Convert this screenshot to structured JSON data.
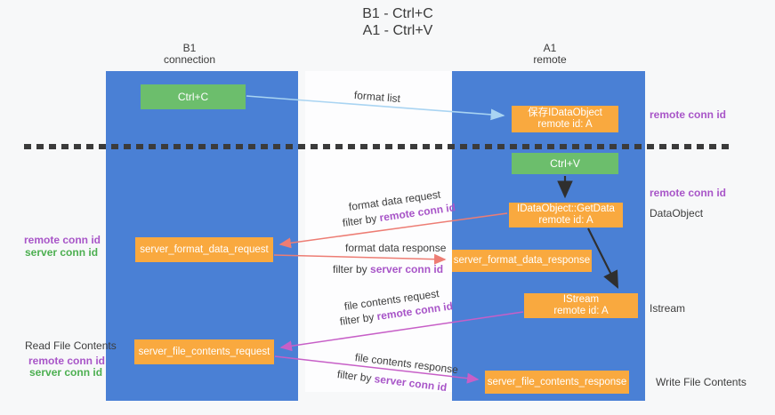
{
  "title": {
    "line1": "B1 - Ctrl+C",
    "line2": "A1 - Ctrl+V"
  },
  "lifelines": {
    "b1": {
      "name": "B1",
      "role": "connection"
    },
    "a1": {
      "name": "A1",
      "role": "remote"
    }
  },
  "boxes": {
    "ctrl_c": {
      "label": "Ctrl+C"
    },
    "ctrl_v": {
      "label": "Ctrl+V"
    },
    "save_idataobject": {
      "line1": "保存IDataObject",
      "line2": "remote id: A"
    },
    "getdata": {
      "line1": "IDataObject::GetData",
      "line2": "remote id: A"
    },
    "istream": {
      "line1": "IStream",
      "line2": "remote id: A"
    },
    "server_format_data_request": {
      "label": "server_format_data_request"
    },
    "server_format_data_response": {
      "label": "server_format_data_response"
    },
    "server_file_contents_request": {
      "label": "server_file_contents_request"
    },
    "server_file_contents_response": {
      "label": "server_file_contents_response"
    }
  },
  "arrows": {
    "format_list": {
      "label": "format list"
    },
    "format_data_request": {
      "label": "format data request",
      "filter_prefix": "filter by ",
      "filter_key": "remote conn id"
    },
    "format_data_response": {
      "label": "format data response",
      "filter_prefix": "filter by ",
      "filter_key": "server conn id"
    },
    "file_contents_request": {
      "label": "file contents request",
      "filter_prefix": "filter by ",
      "filter_key": "remote conn id"
    },
    "file_contents_response": {
      "label": "file contents response",
      "filter_prefix": "filter by ",
      "filter_key": "server conn id"
    }
  },
  "side_labels": {
    "right_remote_conn_id_top": "remote conn id",
    "right_remote_conn_id_mid": "remote conn id",
    "dataobject": "DataObject",
    "istream": "Istream",
    "write_file_contents": "Write File Contents",
    "left_remote_conn_id_top": "remote conn id",
    "left_server_conn_id_top": "server conn id",
    "read_file_contents": "Read File Contents",
    "left_remote_conn_id_bottom": "remote conn id",
    "left_server_conn_id_bottom": "server conn id"
  },
  "colors": {
    "lifeline_blue": "#4A80D5",
    "action_green": "#6CBE6C",
    "message_orange": "#F9A93F",
    "remote_conn_purple": "#A855C8",
    "server_conn_green": "#4CAF50",
    "request_arrow_salmon": "#ED7D74",
    "contents_arrow_magenta": "#C75FC7",
    "format_list_arrow_blue": "#A9D4F2",
    "black_arrow": "#2F2F2F",
    "dashed_separator": "#3B3B3B"
  }
}
